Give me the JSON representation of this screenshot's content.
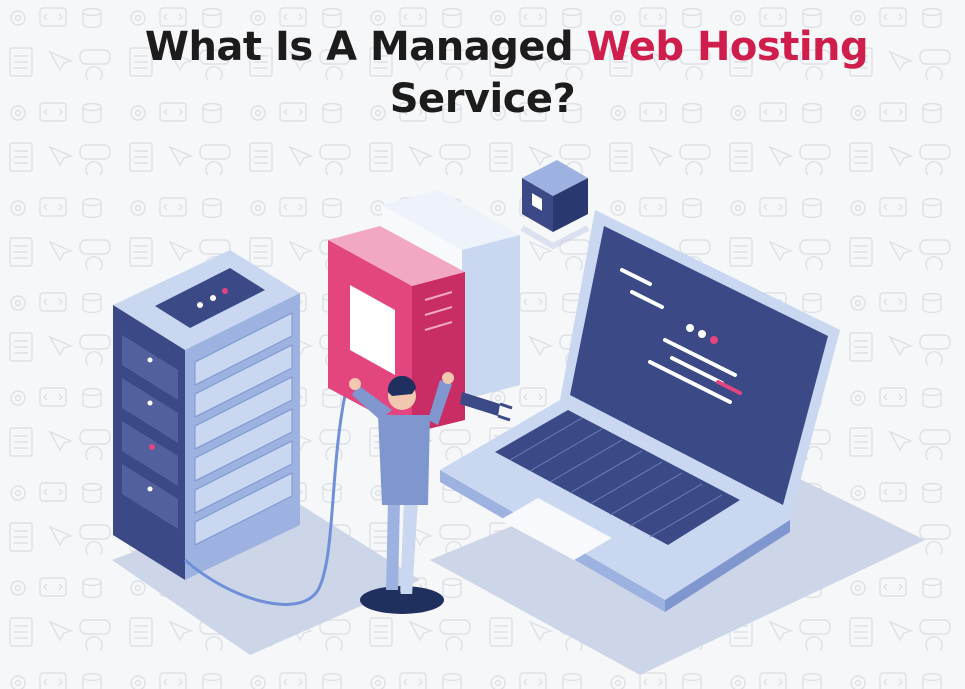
{
  "headline": {
    "part1": "What Is A Managed ",
    "accent": "Web Hosting",
    "part2": "Service?"
  },
  "illustration": {
    "subject": "isometric server rack, technician with cable, book-shaped data blocks, cube and laptop with code screen",
    "icons": [
      "server-rack-icon",
      "person-icon",
      "book-icon",
      "cube-icon",
      "laptop-icon"
    ]
  },
  "colors": {
    "accent": "#cf1e4c",
    "navy": "#3b4a86",
    "light_blue": "#c9d7f0",
    "pink": "#e3457f",
    "ink": "#1c1c1c"
  }
}
